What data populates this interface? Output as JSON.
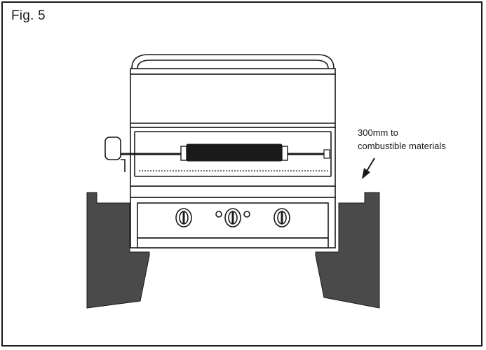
{
  "figure": {
    "label": "Fig. 5"
  },
  "annotation": {
    "line1": "300mm to",
    "line2": "combustible materials"
  },
  "colors": {
    "outline": "#1a1a1a",
    "wall_fill": "#4a4a4a",
    "background": "#ffffff"
  },
  "icons": {
    "knobs": [
      "control-knob-icon",
      "control-knob-icon",
      "control-knob-icon"
    ],
    "arrow": "arrow-down-left-icon"
  }
}
